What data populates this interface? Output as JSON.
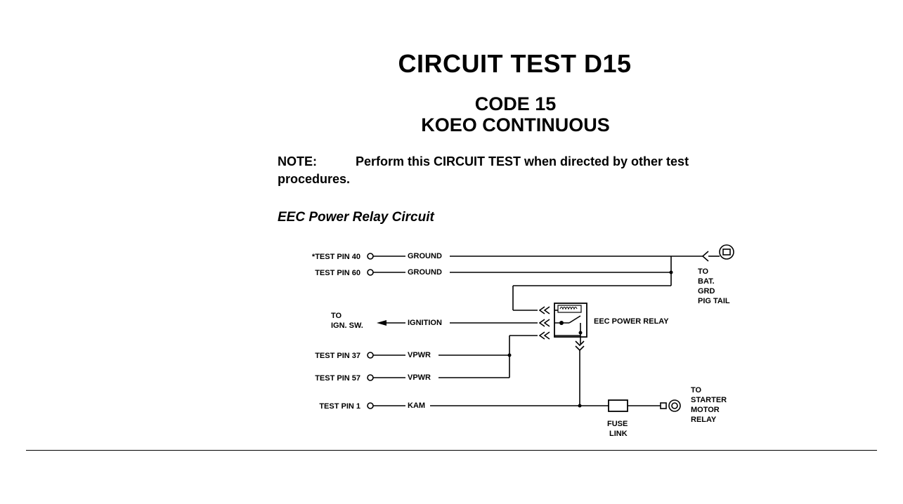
{
  "header": {
    "title": "CIRCUIT TEST D15",
    "code": "CODE 15",
    "mode": "KOEO CONTINUOUS"
  },
  "note": {
    "label": "NOTE:",
    "text": "Perform this CIRCUIT TEST when directed by other test procedures."
  },
  "section_title": "EEC Power Relay Circuit",
  "diagram": {
    "pins": [
      {
        "label": "*TEST PIN 40",
        "wire": "GROUND"
      },
      {
        "label": "TEST PIN 60",
        "wire": "GROUND"
      },
      {
        "label": "TEST PIN 37",
        "wire": "VPWR"
      },
      {
        "label": "TEST PIN 57",
        "wire": "VPWR"
      },
      {
        "label": "TEST PIN 1",
        "wire": "KAM"
      }
    ],
    "ignition": {
      "to_line1": "TO",
      "to_line2": "IGN. SW.",
      "wire": "IGNITION"
    },
    "relay_label": "EEC POWER RELAY",
    "battery": {
      "line1": "TO",
      "line2": "BAT.",
      "line3": "GRD",
      "line4": "PIG TAIL"
    },
    "fuse": {
      "line1": "FUSE",
      "line2": "LINK"
    },
    "starter": {
      "line1": "TO",
      "line2": "STARTER",
      "line3": "MOTOR",
      "line4": "RELAY"
    }
  }
}
